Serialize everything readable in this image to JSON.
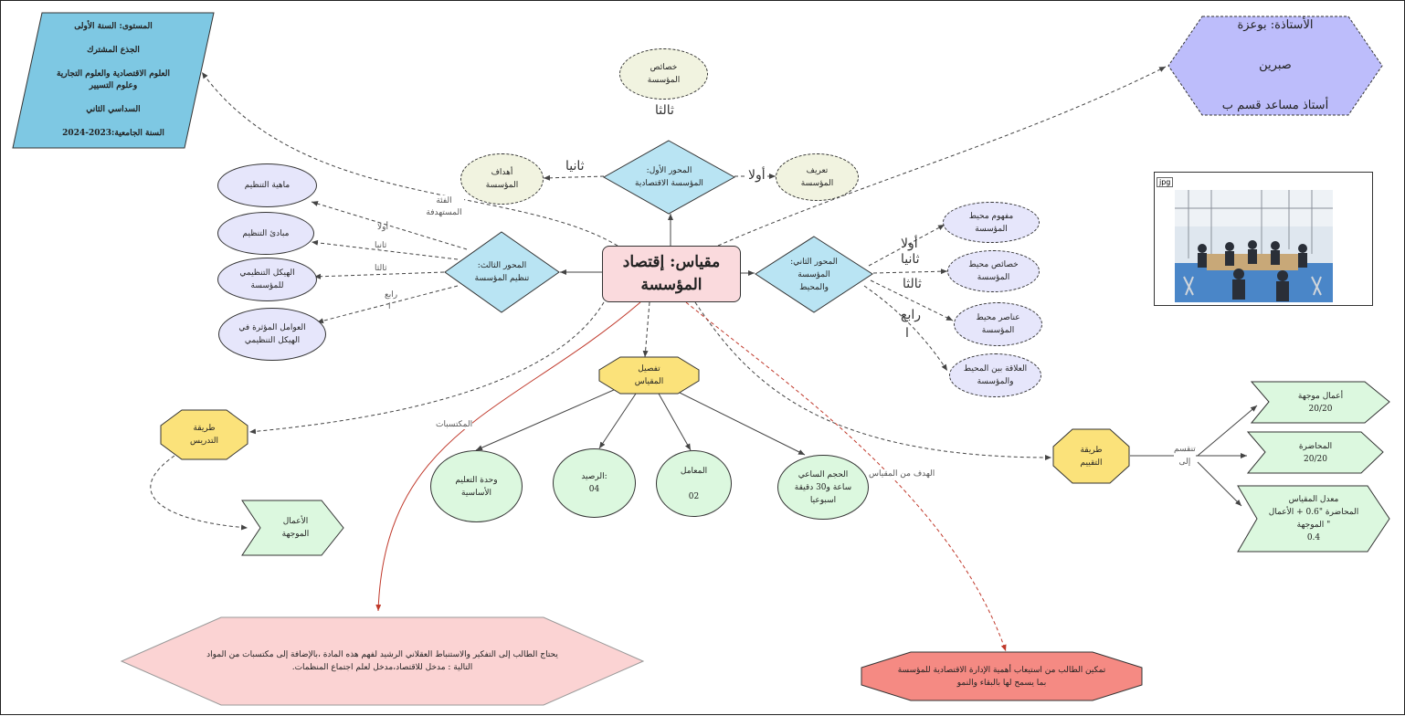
{
  "colors": {
    "center_fill": "#fadadd",
    "axis_fill": "#b9e4f3",
    "khaki_fill": "#f1f3e0",
    "lavender_fill": "#e6e6fb",
    "green_fill": "#dcf8df",
    "yellow_fill": "#fbe27a",
    "pink_fill": "#fbd3d3",
    "red_fill": "#f58a83",
    "info_fill": "#7ec8e3",
    "teacher_fill": "#bdbdfb",
    "red_edge": "#c0392b"
  },
  "center": {
    "label": "مقياس: إقتصاد المؤسسة"
  },
  "info_box": {
    "lines": [
      "المستوى: السنة الأولى",
      "الجذع المشترك",
      "العلوم الاقتصادية والعلوم التجارية وعلوم التسيير",
      "السداسي الثاني",
      "السنة الجامعية:2023-2024"
    ]
  },
  "teacher_box": {
    "lines": [
      "الأستاذة: بوعزة",
      "صبرين",
      "أستاذ مساعد قسم ب"
    ]
  },
  "image": {
    "tag": "jpg",
    "icon": "classroom-photo-icon"
  },
  "axis1": {
    "label": "المحور الأول: المؤسسة الاقتصادية"
  },
  "axis2": {
    "label": "المحور الثاني: المؤسسة والمحيط"
  },
  "axis3": {
    "label": "المحور الثالث: تنظيم المؤسسة"
  },
  "axis1_children": {
    "definition": "تعريف المؤسسة",
    "goals": "أهداف المؤسسة",
    "features": "خصائص المؤسسة",
    "first": "أولا",
    "second": "ثانيا",
    "third": "ثالثا"
  },
  "axis2_children": {
    "items": [
      "مفهوم محيط المؤسسة",
      "خصائص محيط المؤسسة",
      "عناصر محيط المؤسسة",
      "العلاقة بين المحيط والمؤسسة"
    ],
    "edge_labels": [
      "أولا",
      "ثانيا",
      "ثالثا",
      "رابع",
      "ا"
    ]
  },
  "axis3_children": {
    "items": [
      "ماهية التنظيم",
      "مبادئ التنظيم",
      "الهيكل التنظيمي للمؤسسة",
      "العوامل المؤثرة في الهيكل التنظيمي"
    ],
    "edge_labels": [
      "أولا",
      "ثانيا",
      "ثالثا",
      "رابع",
      "ا"
    ]
  },
  "target_group_label": "الفئة المستهدفة",
  "details": {
    "label": "تفصيل المقياس",
    "items": [
      "وحدة التعليم الأساسية",
      "الرصيد:\n04",
      "المعامل\n\n02",
      "الحجم الساعي\nساعة و30 دقيقة\nاسبوعيا"
    ]
  },
  "teaching": {
    "label": "طريقة التدريس",
    "child": "الأعمال الموجهة"
  },
  "evaluation": {
    "label": "طريقة التقييم",
    "edge_label": "تنقسم\nإلى",
    "items": [
      "أعمال موجهة\n20/20",
      "المحاضرة\n20/20",
      "معدل المقياس\nالمحاضرة \"0.6 + الأعمال الموجهة \"\n0.4"
    ]
  },
  "prerequisites": {
    "edge_label": "المكتسبات",
    "text": "يحتاج الطالب إلى التفكير والاستنباط العقلاني الرشيد لفهم هذه المادة ،بالإضافة إلى مكتسبات من المواد التالية : مدخل للاقتصاد،مدخل لعلم اجتماع المنظمات."
  },
  "objective": {
    "edge_label": "الهدف من المقياس",
    "text": "تمكين الطالب من استيعاب أهمية الإدارة الاقتصادية للمؤسسة بما يسمح لها بالبقاء والنمو"
  }
}
